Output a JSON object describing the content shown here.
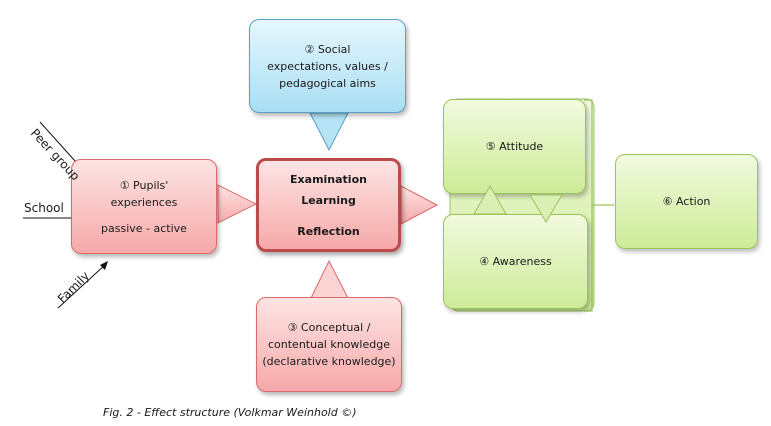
{
  "pupils_box": {
    "title": "① Pupils'",
    "line2": "experiences",
    "line3": "passive - active"
  },
  "social_box": {
    "line1": "② Social",
    "line2": "expectations, values /",
    "line3": "pedagogical aims"
  },
  "conceptual_box": {
    "line1": "③ Conceptual /",
    "line2": "contentual knowledge",
    "line3": "(declarative knowledge)"
  },
  "center_box": {
    "line1": "Examination",
    "line2": "Learning",
    "line3": "Reflection"
  },
  "attitude_box": {
    "label": "⑤ Attitude"
  },
  "awareness_box": {
    "label": "④ Awareness"
  },
  "action_box": {
    "label": "⑥ Action"
  },
  "inputs": {
    "peer_group": "Peer group",
    "school": "School",
    "family": "Family"
  },
  "caption": "Fig. 2 - Effect structure (Volkmar Weinhold ©)",
  "colors": {
    "pink": "#f6a9a9",
    "blue": "#a9def3",
    "green": "#cdeb98",
    "center_border": "#bd4a4a"
  }
}
